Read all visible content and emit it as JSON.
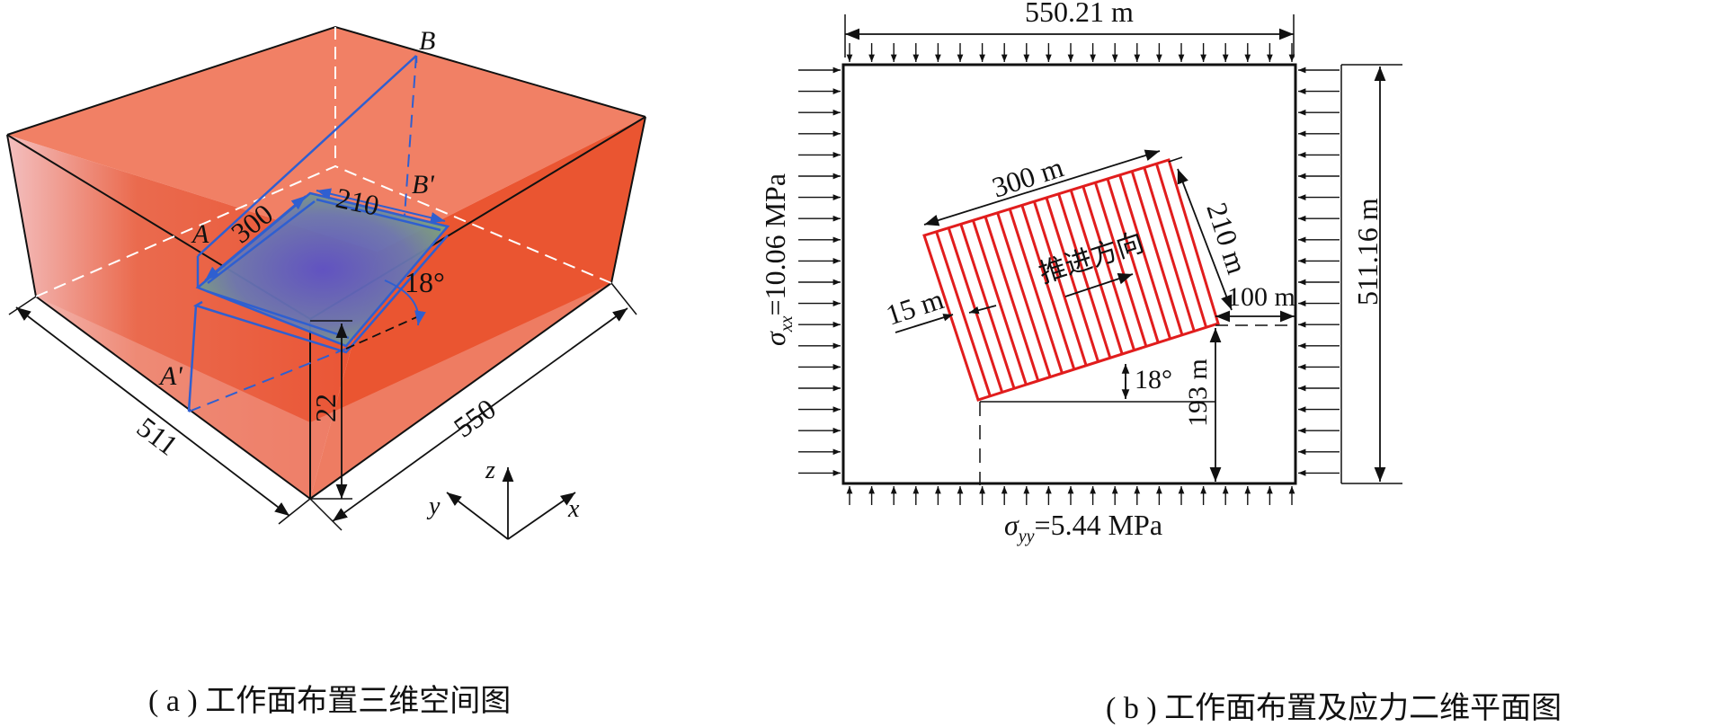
{
  "panel_a": {
    "caption": "( a ) 工作面布置三维空间图",
    "label_A": "A",
    "label_B": "B",
    "label_A_prime": "A'",
    "label_B_prime": "B'",
    "dim_300": "300",
    "dim_210": "210",
    "dim_511": "511",
    "dim_550": "550",
    "dim_22": "22",
    "angle": "18°",
    "axis_x": "x",
    "axis_y": "y",
    "axis_z": "z"
  },
  "panel_b": {
    "caption": "( b ) 工作面布置及应力二维平面图",
    "width_label": "550.21 m",
    "height_label": "511.16 m",
    "panel_length": "300 m",
    "panel_width": "210 m",
    "strip_width": "15 m",
    "offset_right": "100 m",
    "offset_bottom": "193 m",
    "angle": "18°",
    "advance_direction": "推进方向",
    "sigma_xx_label": "σ",
    "sigma_xx_sub": "xx",
    "sigma_xx_value": "=10.06 MPa",
    "sigma_yy_label": "σ",
    "sigma_yy_sub": "yy",
    "sigma_yy_value": "=5.44 MPa"
  },
  "colors": {
    "model_red": "#e8401c",
    "panel_blue": "#2f5fd0",
    "strip_red": "#e11d1d",
    "line_black": "#111111"
  }
}
